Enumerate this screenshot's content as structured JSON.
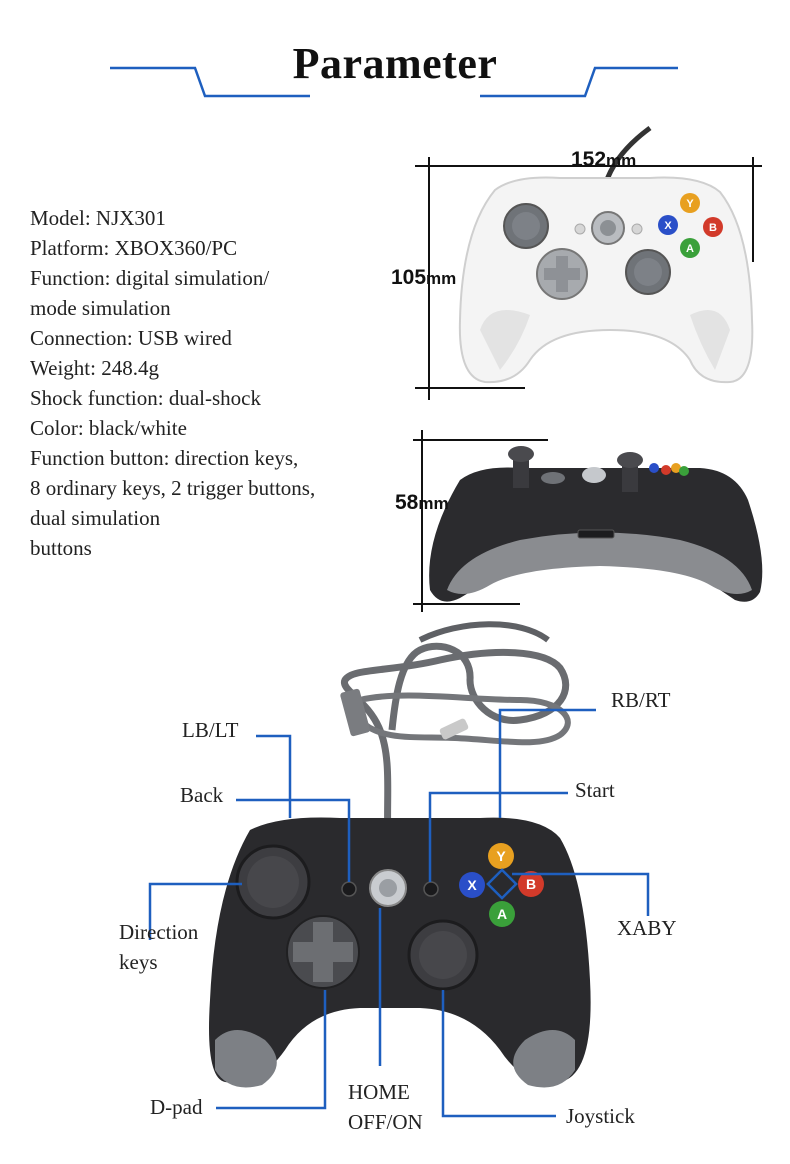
{
  "title": "Parameter",
  "specs": [
    "Model: NJX301",
    "Platform: XBOX360/PC",
    "Function: digital simulation/",
    "mode simulation",
    "Connection: USB wired",
    "Weight: 248.4g",
    "Shock function: dual-shock",
    "Color: black/white",
    "Function button: direction keys,",
    "8 ordinary keys, 2 trigger buttons,",
    "dual simulation",
    "buttons"
  ],
  "dimensions": {
    "width_value": "152",
    "height_value": "105",
    "depth_value": "58",
    "unit": "mm"
  },
  "callouts": {
    "lb_lt": "LB/LT",
    "rb_rt": "RB/RT",
    "back": "Back",
    "start": "Start",
    "direction_line1": "Direction",
    "direction_line2": "keys",
    "xaby": "XABY",
    "dpad": "D-pad",
    "home_line1": "HOME",
    "home_line2": "OFF/ON",
    "joystick": "Joystick"
  },
  "face_buttons": {
    "Y": "Y",
    "X": "X",
    "B": "B",
    "A": "A"
  },
  "colors": {
    "accent_line": "#1e5fbf",
    "button_y": "#e8a020",
    "button_x": "#2a4fc8",
    "button_b": "#d23a2a",
    "button_a": "#3aa03a",
    "controller_white": "#f2f2f2",
    "controller_black": "#2a2a2d",
    "controller_gray": "#8a8c90"
  }
}
